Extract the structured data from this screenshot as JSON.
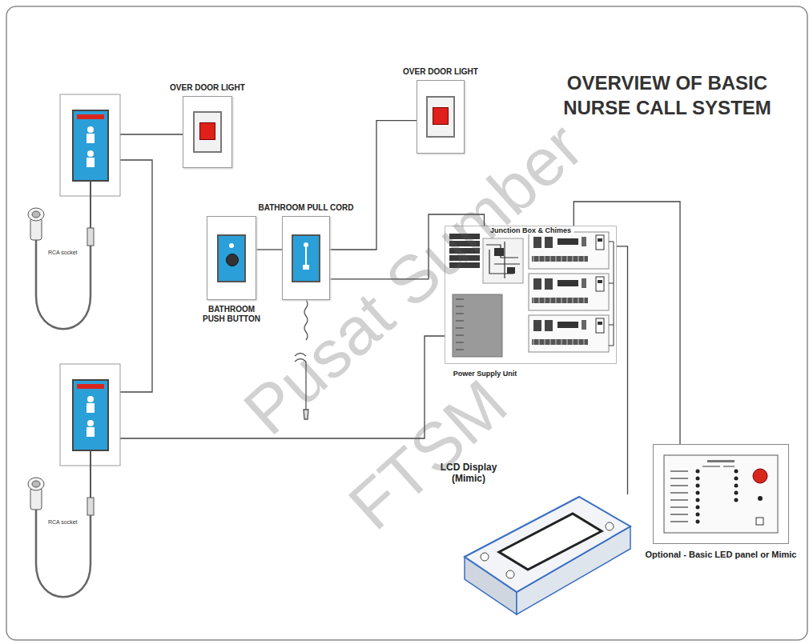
{
  "diagram": {
    "title": "OVERVIEW OF BASIC NURSE CALL SYSTEM",
    "nodes": [
      {
        "text": [
          "OVER DOOR LIGHT"
        ]
      },
      {
        "text": [
          "OVER DOOR LIGHT"
        ]
      },
      {
        "text": [
          "BATHROOM PULL CORD"
        ]
      },
      {
        "text": [
          "BATHROOM PUSH BUTTON"
        ]
      },
      {
        "text": [
          "Junction Box & Chimes",
          "Power Supply Unit"
        ]
      },
      {
        "text": [
          "LCD Display (Mimic)"
        ]
      },
      {
        "text": [
          "Optional - Basic LED panel or Mimic"
        ]
      }
    ],
    "edges": [
      {
        "from": 3,
        "to": 2,
        "arrow": "none"
      },
      {
        "from": 2,
        "to": 1,
        "arrow": "none"
      },
      {
        "from": 2,
        "to": 4,
        "arrow": "none"
      },
      {
        "from": 4,
        "to": 5,
        "arrow": "none"
      },
      {
        "from": 4,
        "to": 6,
        "arrow": "none"
      }
    ],
    "labels": [
      "RCA socket",
      "RCA socket",
      "Pusat Sumber",
      "FTSM"
    ]
  }
}
